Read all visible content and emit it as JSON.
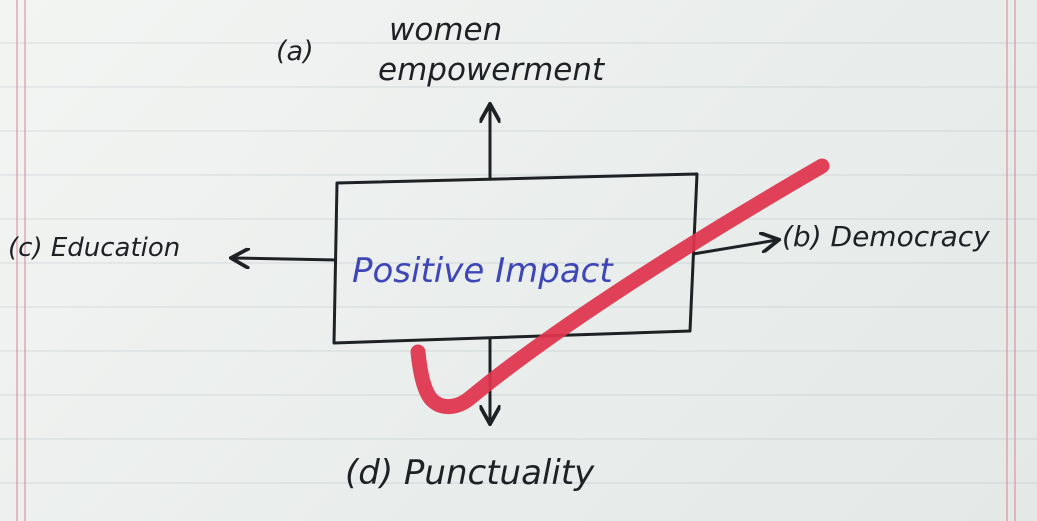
{
  "nodes": {
    "center": "Positive Impact",
    "top_marker": "(a)",
    "top_line1": "women",
    "top_line2": "empowerment",
    "right": "(b) Democracy",
    "left": "(c) Education",
    "bottom": "(d) Punctuality"
  },
  "colors": {
    "ink": "#1e2225",
    "center_ink": "#3e46b8",
    "tick": "#e0344c",
    "margin_line": "#d6788c"
  }
}
